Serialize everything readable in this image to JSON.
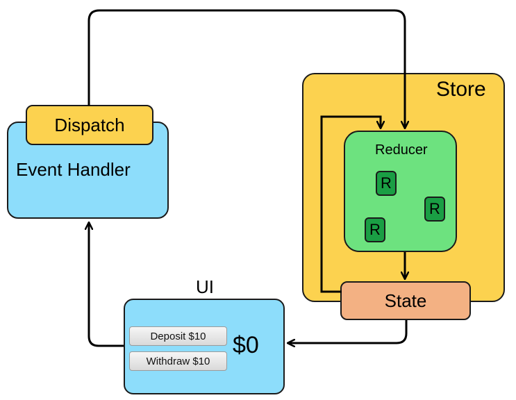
{
  "diagram": {
    "store_label": "Store",
    "reducer_label": "Reducer",
    "reducer_items": [
      "R",
      "R",
      "R"
    ],
    "state_label": "State",
    "dispatch_label": "Dispatch",
    "event_handler_label": "Event Handler",
    "ui_label": "UI",
    "ui": {
      "deposit_button": "Deposit $10",
      "withdraw_button": "Withdraw $10",
      "balance": "$0"
    }
  },
  "colors": {
    "store": "#fcd24f",
    "reducer": "#6de27f",
    "reducer_item": "#1a9e44",
    "state": "#f3b183",
    "event_handler": "#8dddfb",
    "dispatch": "#fcd24f",
    "ui": "#8dddfb"
  }
}
